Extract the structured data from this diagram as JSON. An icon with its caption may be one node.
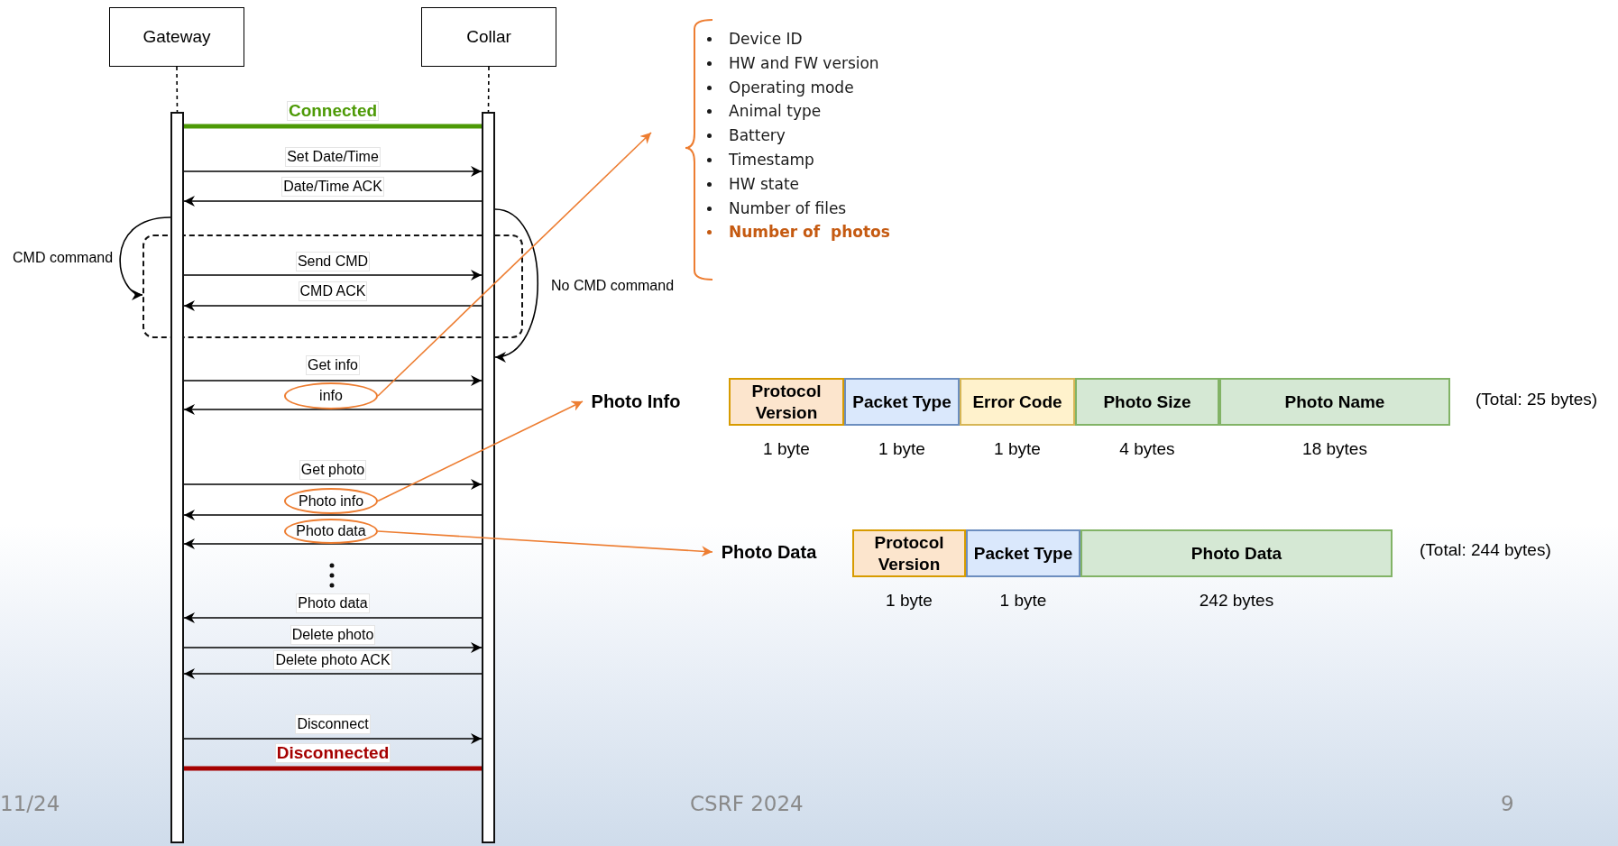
{
  "diagram": {
    "nodes": [
      {
        "text": [
          "Gateway"
        ]
      },
      {
        "text": [
          "Collar"
        ]
      },
      {
        "text": [],
        "shape": "bar"
      },
      {
        "text": [],
        "shape": "bar"
      },
      {
        "text": [
          "info"
        ]
      },
      {
        "text": [
          "Photo info"
        ]
      },
      {
        "text": [
          "Photo data"
        ]
      },
      {
        "text": [
          "Device ID",
          "HW and FW version",
          "Operating mode",
          "Animal type",
          "Battery",
          "Timestamp",
          "HW state",
          "Number of files",
          "Number of  photos"
        ]
      },
      {
        "text": [
          "Photo Info"
        ]
      },
      {
        "text": [
          "Photo Data"
        ]
      },
      {
        "text": [
          "Protocol Version"
        ],
        "beside": [
          "1 byte"
        ]
      },
      {
        "text": [
          "Packet Type"
        ],
        "beside": [
          "1 byte"
        ]
      },
      {
        "text": [
          "Error Code"
        ],
        "beside": [
          "1 byte"
        ]
      },
      {
        "text": [
          "Photo Size"
        ],
        "beside": [
          "4 bytes"
        ]
      },
      {
        "text": [
          "Photo Name"
        ],
        "beside": [
          "18 bytes"
        ]
      },
      {
        "text": [
          "Protocol Version"
        ],
        "beside": [
          "1 byte"
        ]
      },
      {
        "text": [
          "Packet Type"
        ],
        "beside": [
          "1 byte"
        ]
      },
      {
        "text": [
          "Photo Data"
        ],
        "beside": [
          "242 bytes"
        ]
      }
    ],
    "edges": [
      {
        "from": 0,
        "to": 2,
        "arrow": "none",
        "style": "dashed"
      },
      {
        "from": 1,
        "to": 3,
        "arrow": "none",
        "style": "dashed"
      },
      {
        "from": 2,
        "to": 3,
        "arrow": "none",
        "label": "Connected",
        "style": "thick",
        "color": "#4d9a06"
      },
      {
        "from": 2,
        "to": 3,
        "arrow": "to",
        "label": "Set Date/Time"
      },
      {
        "from": 3,
        "to": 2,
        "arrow": "to",
        "label": "Date/Time ACK"
      },
      {
        "from": 2,
        "to": null,
        "arrow": "to",
        "label": "CMD command"
      },
      {
        "from": 3,
        "to": 3,
        "arrow": "to",
        "label": "No CMD command"
      },
      {
        "from": 2,
        "to": 3,
        "arrow": "to",
        "label": "Send CMD"
      },
      {
        "from": 3,
        "to": 2,
        "arrow": "to",
        "label": "CMD ACK"
      },
      {
        "from": 2,
        "to": 3,
        "arrow": "to",
        "label": "Get info"
      },
      {
        "from": 3,
        "to": 2,
        "arrow": "to"
      },
      {
        "from": 2,
        "to": 3,
        "arrow": "to",
        "label": "Get photo"
      },
      {
        "from": 3,
        "to": 2,
        "arrow": "to"
      },
      {
        "from": 3,
        "to": 2,
        "arrow": "to"
      },
      {
        "from": 3,
        "to": 2,
        "arrow": "to",
        "label": "Photo data"
      },
      {
        "from": 2,
        "to": 3,
        "arrow": "to",
        "label": "Delete photo"
      },
      {
        "from": 3,
        "to": 2,
        "arrow": "to",
        "label": "Delete photo ACK"
      },
      {
        "from": 2,
        "to": 3,
        "arrow": "to",
        "label": "Disconnect"
      },
      {
        "from": 2,
        "to": 3,
        "arrow": "none",
        "label": "Disconnected",
        "style": "thick",
        "color": "#a50000"
      },
      {
        "from": 4,
        "to": 7,
        "arrow": "to",
        "color": "#ed7d31"
      },
      {
        "from": 5,
        "to": 8,
        "arrow": "to",
        "color": "#ed7d31"
      },
      {
        "from": 6,
        "to": 9,
        "arrow": "to",
        "color": "#ed7d31"
      }
    ],
    "labels": [
      "(Total: 25 bytes)",
      "(Total: 244 bytes)",
      "11/24",
      "CSRF 2024",
      "9"
    ]
  }
}
